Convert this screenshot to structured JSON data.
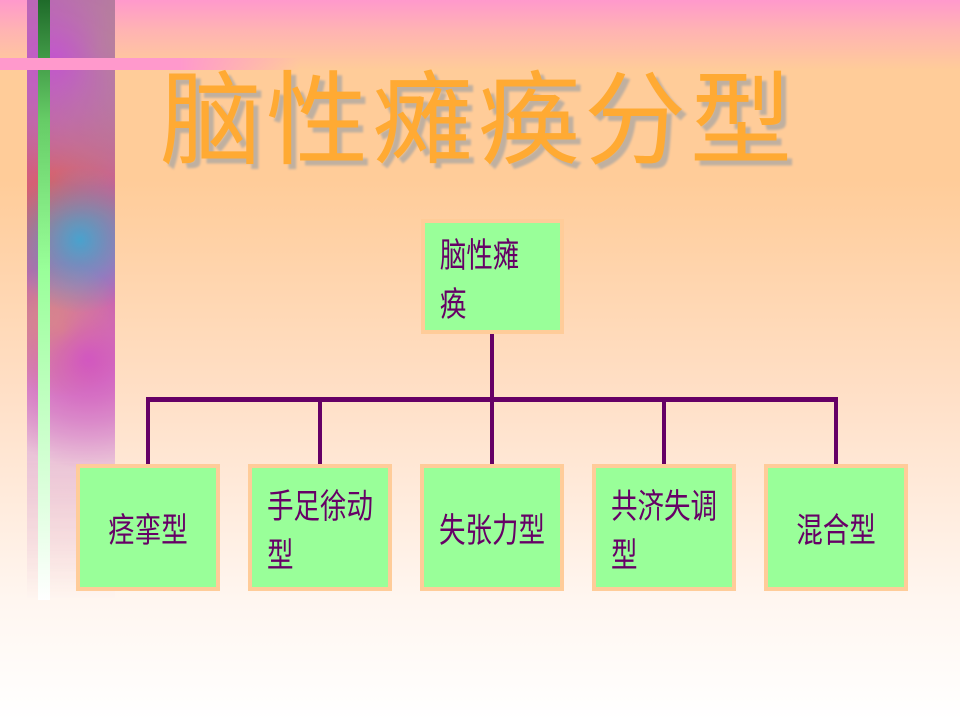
{
  "title": "脑性瘫痪分型",
  "root": {
    "label": "脑性瘫痪"
  },
  "children": [
    {
      "label": "痉挛型"
    },
    {
      "label": "手足徐动型"
    },
    {
      "label": "失张力型"
    },
    {
      "label": "共济失调型"
    },
    {
      "label": "混合型"
    }
  ],
  "colors": {
    "box_fill": "#99ff99",
    "box_border": "#ffcc99",
    "line": "#660066",
    "text": "#660066"
  }
}
